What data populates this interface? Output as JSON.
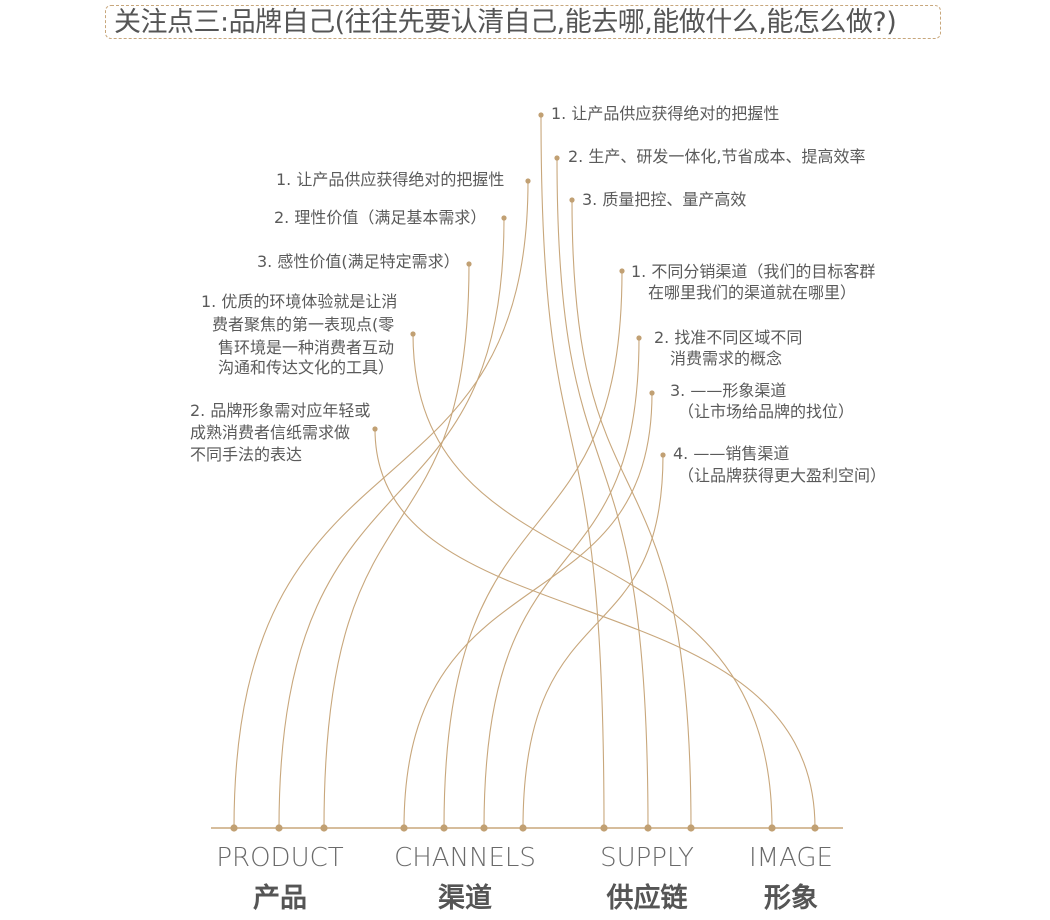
{
  "title": "关注点三:品牌自己(往往先要认清自己,能去哪,能做什么,能怎么做?)",
  "colors": {
    "line": "#c8a77c",
    "dot": "#c1a073",
    "border": "#c8a77c"
  },
  "labels": {
    "l_supply_1": "1. 让产品供应获得绝对的把握性",
    "l_supply_2": "2. 生产、研发一体化,节省成本、提高效率",
    "l_supply_3": "3. 质量把控、量产高效",
    "l_prod_1": "1. 让产品供应获得绝对的把握性",
    "l_prod_2": "2. 理性价值（满足基本需求）",
    "l_prod_3": "3. 感性价值(满足特定需求）",
    "l_img_1a": "1. 优质的环境体验就是让消",
    "l_img_1b": "费者聚焦的第一表现点(零",
    "l_img_1c": "售环境是一种消费者互动",
    "l_img_1d": "沟通和传达文化的工具）",
    "l_img_2a": "2. 品牌形象需对应年轻或",
    "l_img_2b": "成熟消费者信纸需求做",
    "l_img_2c": "不同手法的表达",
    "l_ch_1a": "1. 不同分销渠道（我们的目标客群",
    "l_ch_1b": "在哪里我们的渠道就在哪里）",
    "l_ch_2a": "2. 找准不同区域不同",
    "l_ch_2b": "消费需求的概念",
    "l_ch_3a": "3. ——形象渠道",
    "l_ch_3b": "（让市场给品牌的找位）",
    "l_ch_4a": "4. ——销售渠道",
    "l_ch_4b": "（让品牌获得更大盈利空间）"
  },
  "categories": [
    {
      "en": "PRODUCT",
      "zh": "产品"
    },
    {
      "en": "CHANNELS",
      "zh": "渠道"
    },
    {
      "en": "SUPPLY",
      "zh": "供应链"
    },
    {
      "en": "IMAGE",
      "zh": "形象"
    }
  ]
}
